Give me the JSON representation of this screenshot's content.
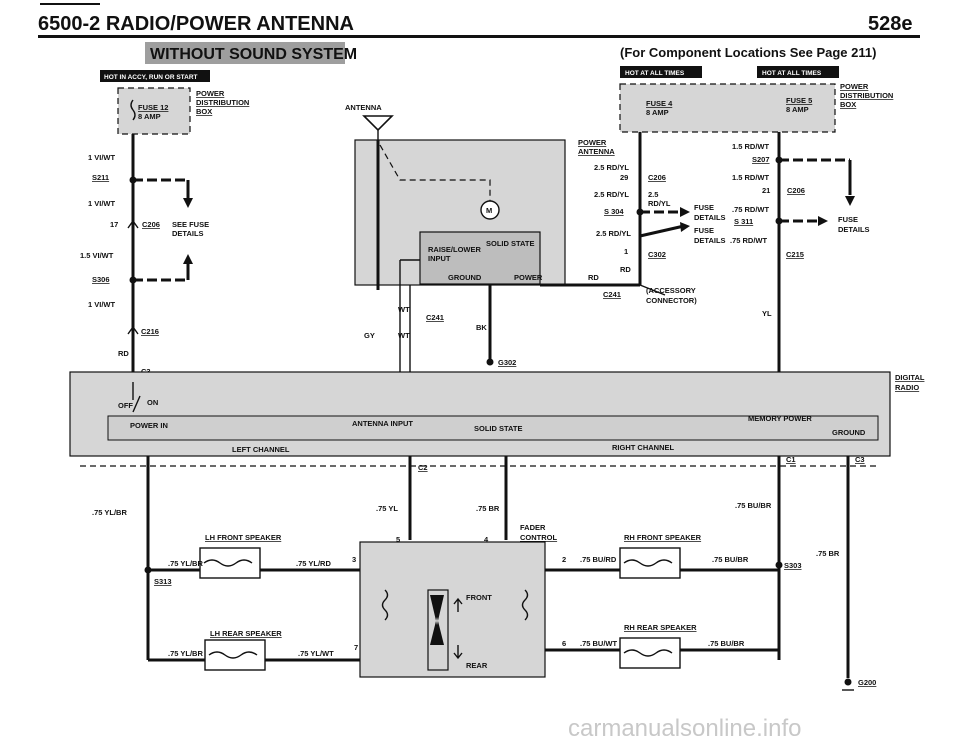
{
  "header": {
    "title_left": "6500-2 RADIO/POWER ANTENNA",
    "title_right": "528e",
    "subtitle_left": "WITHOUT SOUND SYSTEM",
    "subtitle_right": "(For Component Locations See Page 211)"
  },
  "tags": {
    "hot_run_start": "HOT IN ACCY, RUN OR START",
    "hot_all_1": "HOT AT ALL TIMES",
    "hot_all_2": "HOT AT ALL TIMES"
  },
  "left": {
    "power_dist": "POWER",
    "power_dist2": "DISTRIBUTION",
    "power_dist3": "BOX",
    "fuse12": "FUSE 12",
    "fuse12_amp": "8 AMP",
    "w1": "1 VI/WT",
    "s211": "S211",
    "w2": "1 VI/WT",
    "c206_pin": "17",
    "c206": "C206",
    "see_fuse": "SEE FUSE",
    "details": "DETAILS",
    "w3": "1.5 VI/WT",
    "s306": "S306",
    "w4": "1 VI/WT",
    "c216": "C216",
    "rd": "RD",
    "c3": "C3"
  },
  "antenna": {
    "label": "ANTENNA",
    "power_antenna": "POWER",
    "power_antenna2": "ANTENNA",
    "raise_lower": "RAISE/LOWER",
    "input": "INPUT",
    "solid_state": "SOLID STATE",
    "ground": "GROUND",
    "power": "POWER",
    "motor": "M",
    "wt": "WT",
    "c241": "C241",
    "gy": "GY",
    "wt2": "WT",
    "bk": "BK",
    "g302": "G302",
    "rd": "RD",
    "c241b": "C241",
    "accessory": "(ACCESSORY",
    "connector": "CONNECTOR)"
  },
  "right": {
    "power_dist": "POWER",
    "power_dist2": "DISTRIBUTION",
    "power_dist3": "BOX",
    "fuse4": "FUSE 4",
    "fuse4_amp": "8 AMP",
    "fuse5": "FUSE 5",
    "fuse5_amp": "8 AMP",
    "w_25rdyl": "2.5 RD/YL",
    "c206_29": "29",
    "c206a": "C206",
    "w_25rdyl2": "2.5 RD/YL",
    "w_25": "2.5",
    "w_rdyl": "RD/YL",
    "s304": "S 304",
    "fuse_a": "FUSE",
    "details_a": "DETAILS",
    "w_25rdyl3": "2.5 RD/YL",
    "fuse_b": "FUSE",
    "details_b": "DETAILS",
    "c302_1": "1",
    "c302": "C302",
    "rd": "RD",
    "w_15rdwt": "1.5 RD/WT",
    "s207": "S207",
    "w_15rdwt2": "1.5 RD/WT",
    "c206_21": "21",
    "c206b": "C206",
    "w_75rdwt": ".75 RD/WT",
    "s311": "S 311",
    "fuse_c": "FUSE",
    "details_c": "DETAILS",
    "w_75rdwt2": ".75 RD/WT",
    "c215": "C215",
    "yl": "YL"
  },
  "radio": {
    "digital": "DIGITAL",
    "radio": "RADIO",
    "off": "OFF",
    "on": "ON",
    "power_in": "POWER IN",
    "antenna_input": "ANTENNA INPUT",
    "solid_state": "SOLID STATE",
    "memory_power": "MEMORY POWER",
    "ground": "GROUND",
    "left_channel": "LEFT CHANNEL",
    "right_channel": "RIGHT CHANNEL",
    "c2": "C2",
    "c1": "C1",
    "c3": "C3"
  },
  "bottom": {
    "w_75ylbr": ".75 YL/BR",
    "w_75yl": ".75 YL",
    "w_75br": ".75 BR",
    "w_75bubr": ".75 BU/BR",
    "fader": "FADER",
    "control": "CONTROL",
    "lh_front": "LH FRONT SPEAKER",
    "rh_front": "RH FRONT SPEAKER",
    "w_ylbr_f": ".75 YL/BR",
    "w_ylrd": ".75 YL/RD",
    "pin3": "3",
    "pin5": "5",
    "pin4": "4",
    "pin2": "2",
    "w_burd": ".75 BU/RD",
    "w_bubr_f": ".75 BU/BR",
    "s303": "S303",
    "w_br_r": ".75 BR",
    "s313": "S313",
    "front": "FRONT",
    "rear": "REAR",
    "lh_rear": "LH REAR SPEAKER",
    "rh_rear": "RH REAR SPEAKER",
    "w_ylbr_r": ".75 YL/BR",
    "w_ylwt": ".75 YL/WT",
    "pin7": "7",
    "pin6": "6",
    "w_buwt": ".75 BU/WT",
    "w_bubr_r": ".75 BU/BR",
    "g200": "G200"
  },
  "watermark": "carmanualsonline.info"
}
